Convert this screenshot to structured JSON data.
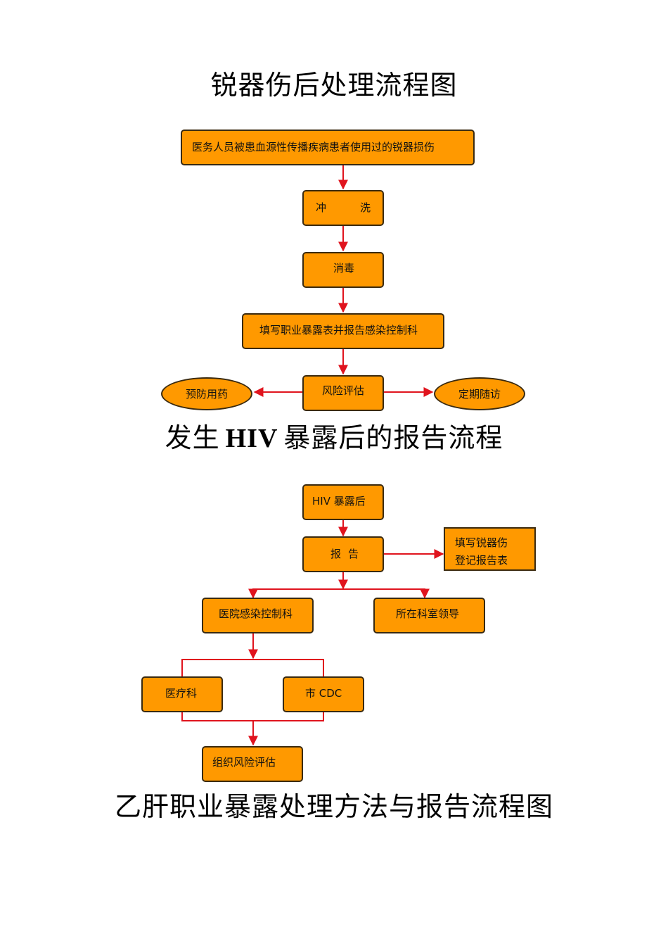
{
  "sections": {
    "needlestick": {
      "title": "锐器伤后处理流程图",
      "nodes": {
        "injury": "医务人员被患血源性传播疾病患者使用过的锐器损伤",
        "rinse_a": "冲",
        "rinse_b": "洗",
        "disinfect": "消毒",
        "report": "填写职业暴露表并报告感染控制科",
        "risk": "风险评估",
        "drug": "预防用药",
        "followup": "定期随访"
      }
    },
    "hiv": {
      "title_pre": "发生",
      "title_bold": "HIV",
      "title_post": "暴露后的报告流程",
      "nodes": {
        "exposure": "HIV 暴露后",
        "report_a": "报",
        "report_b": "告",
        "form_line1": "填写锐器伤",
        "form_line2": "登记报告表",
        "infection_control": "医院感染控制科",
        "dept_leader": "所在科室领导",
        "medical": "医疗科",
        "cdc": "市 CDC",
        "risk": "组织风险评估"
      }
    },
    "hepb": {
      "title": "乙肝职业暴露处理方法与报告流程图"
    }
  },
  "colors": {
    "box_fill": "#ff9900",
    "box_border": "#3a2a10",
    "arrow": "#e0141e"
  }
}
